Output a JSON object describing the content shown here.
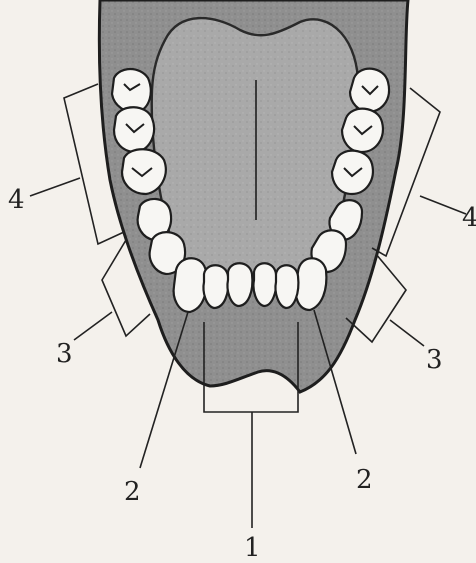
{
  "labels": {
    "incisors": "1",
    "canine_left": "2",
    "canine_right": "2",
    "premolars_left": "3",
    "premolars_right": "3",
    "molars_left": "4",
    "molars_right": "4"
  },
  "colors": {
    "paper": "#f4f1ec",
    "gum": "#8d8d8d",
    "tongue": "#a8a8a8",
    "ink": "#1e1e1e",
    "tooth": "#f7f6f3"
  }
}
